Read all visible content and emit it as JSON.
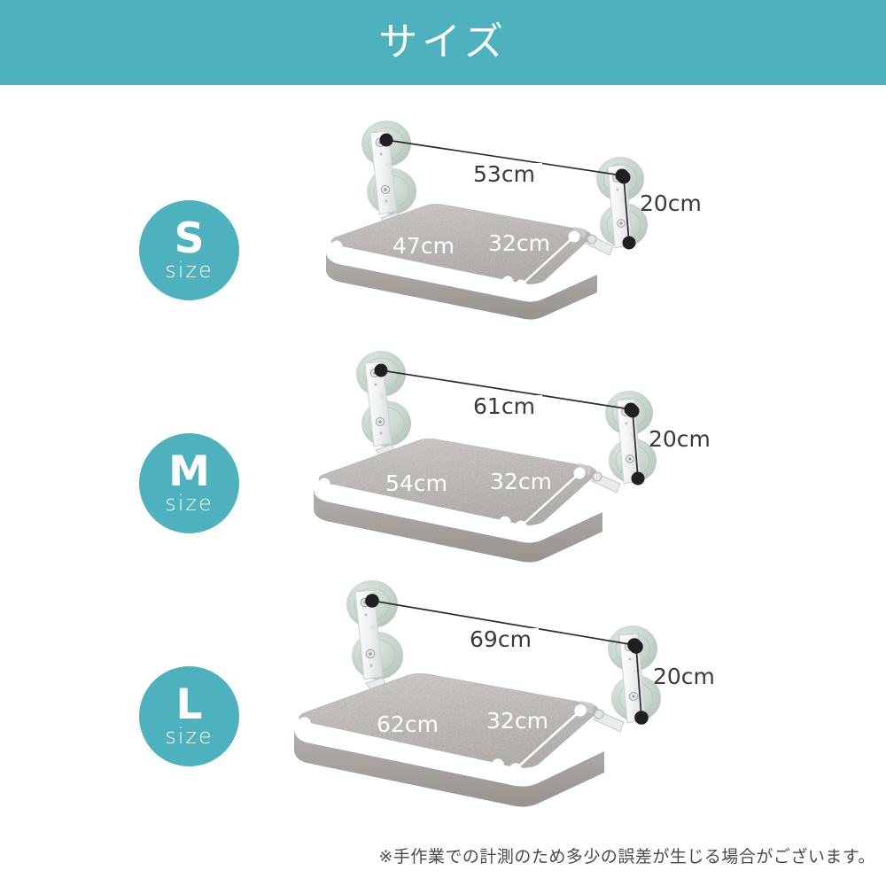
{
  "header": {
    "title": "サイズ"
  },
  "sizes": [
    {
      "badge_letter": "S",
      "badge_sub": "size",
      "dims": {
        "overall_width": "53cm",
        "bracket_height": "20cm",
        "platform_width": "47cm",
        "platform_depth": "32cm"
      }
    },
    {
      "badge_letter": "M",
      "badge_sub": "size",
      "dims": {
        "overall_width": "61cm",
        "bracket_height": "20cm",
        "platform_width": "54cm",
        "platform_depth": "32cm"
      }
    },
    {
      "badge_letter": "L",
      "badge_sub": "size",
      "dims": {
        "overall_width": "69cm",
        "bracket_height": "20cm",
        "platform_width": "62cm",
        "platform_depth": "32cm"
      }
    }
  ],
  "footer": {
    "note": "※手作業での計測のため多少の誤差が生じる場合がございます。"
  },
  "colors": {
    "brand_teal": "#4db2bd",
    "fleece_gray": "#b5b2af",
    "fleece_gray_light": "#c9c6c3",
    "fleece_gray_dark": "#9d9a97",
    "suction_green": "#c4d3c9",
    "bracket_white": "#f2f5f4",
    "dim_dark": "#3a3a3a",
    "dim_light": "#ffffff"
  },
  "icons": {
    "badge": "size-badge-circle",
    "product": "cat-wall-shelf-illustration",
    "suction": "suction-cup-icon",
    "bracket": "mounting-bracket-icon"
  }
}
